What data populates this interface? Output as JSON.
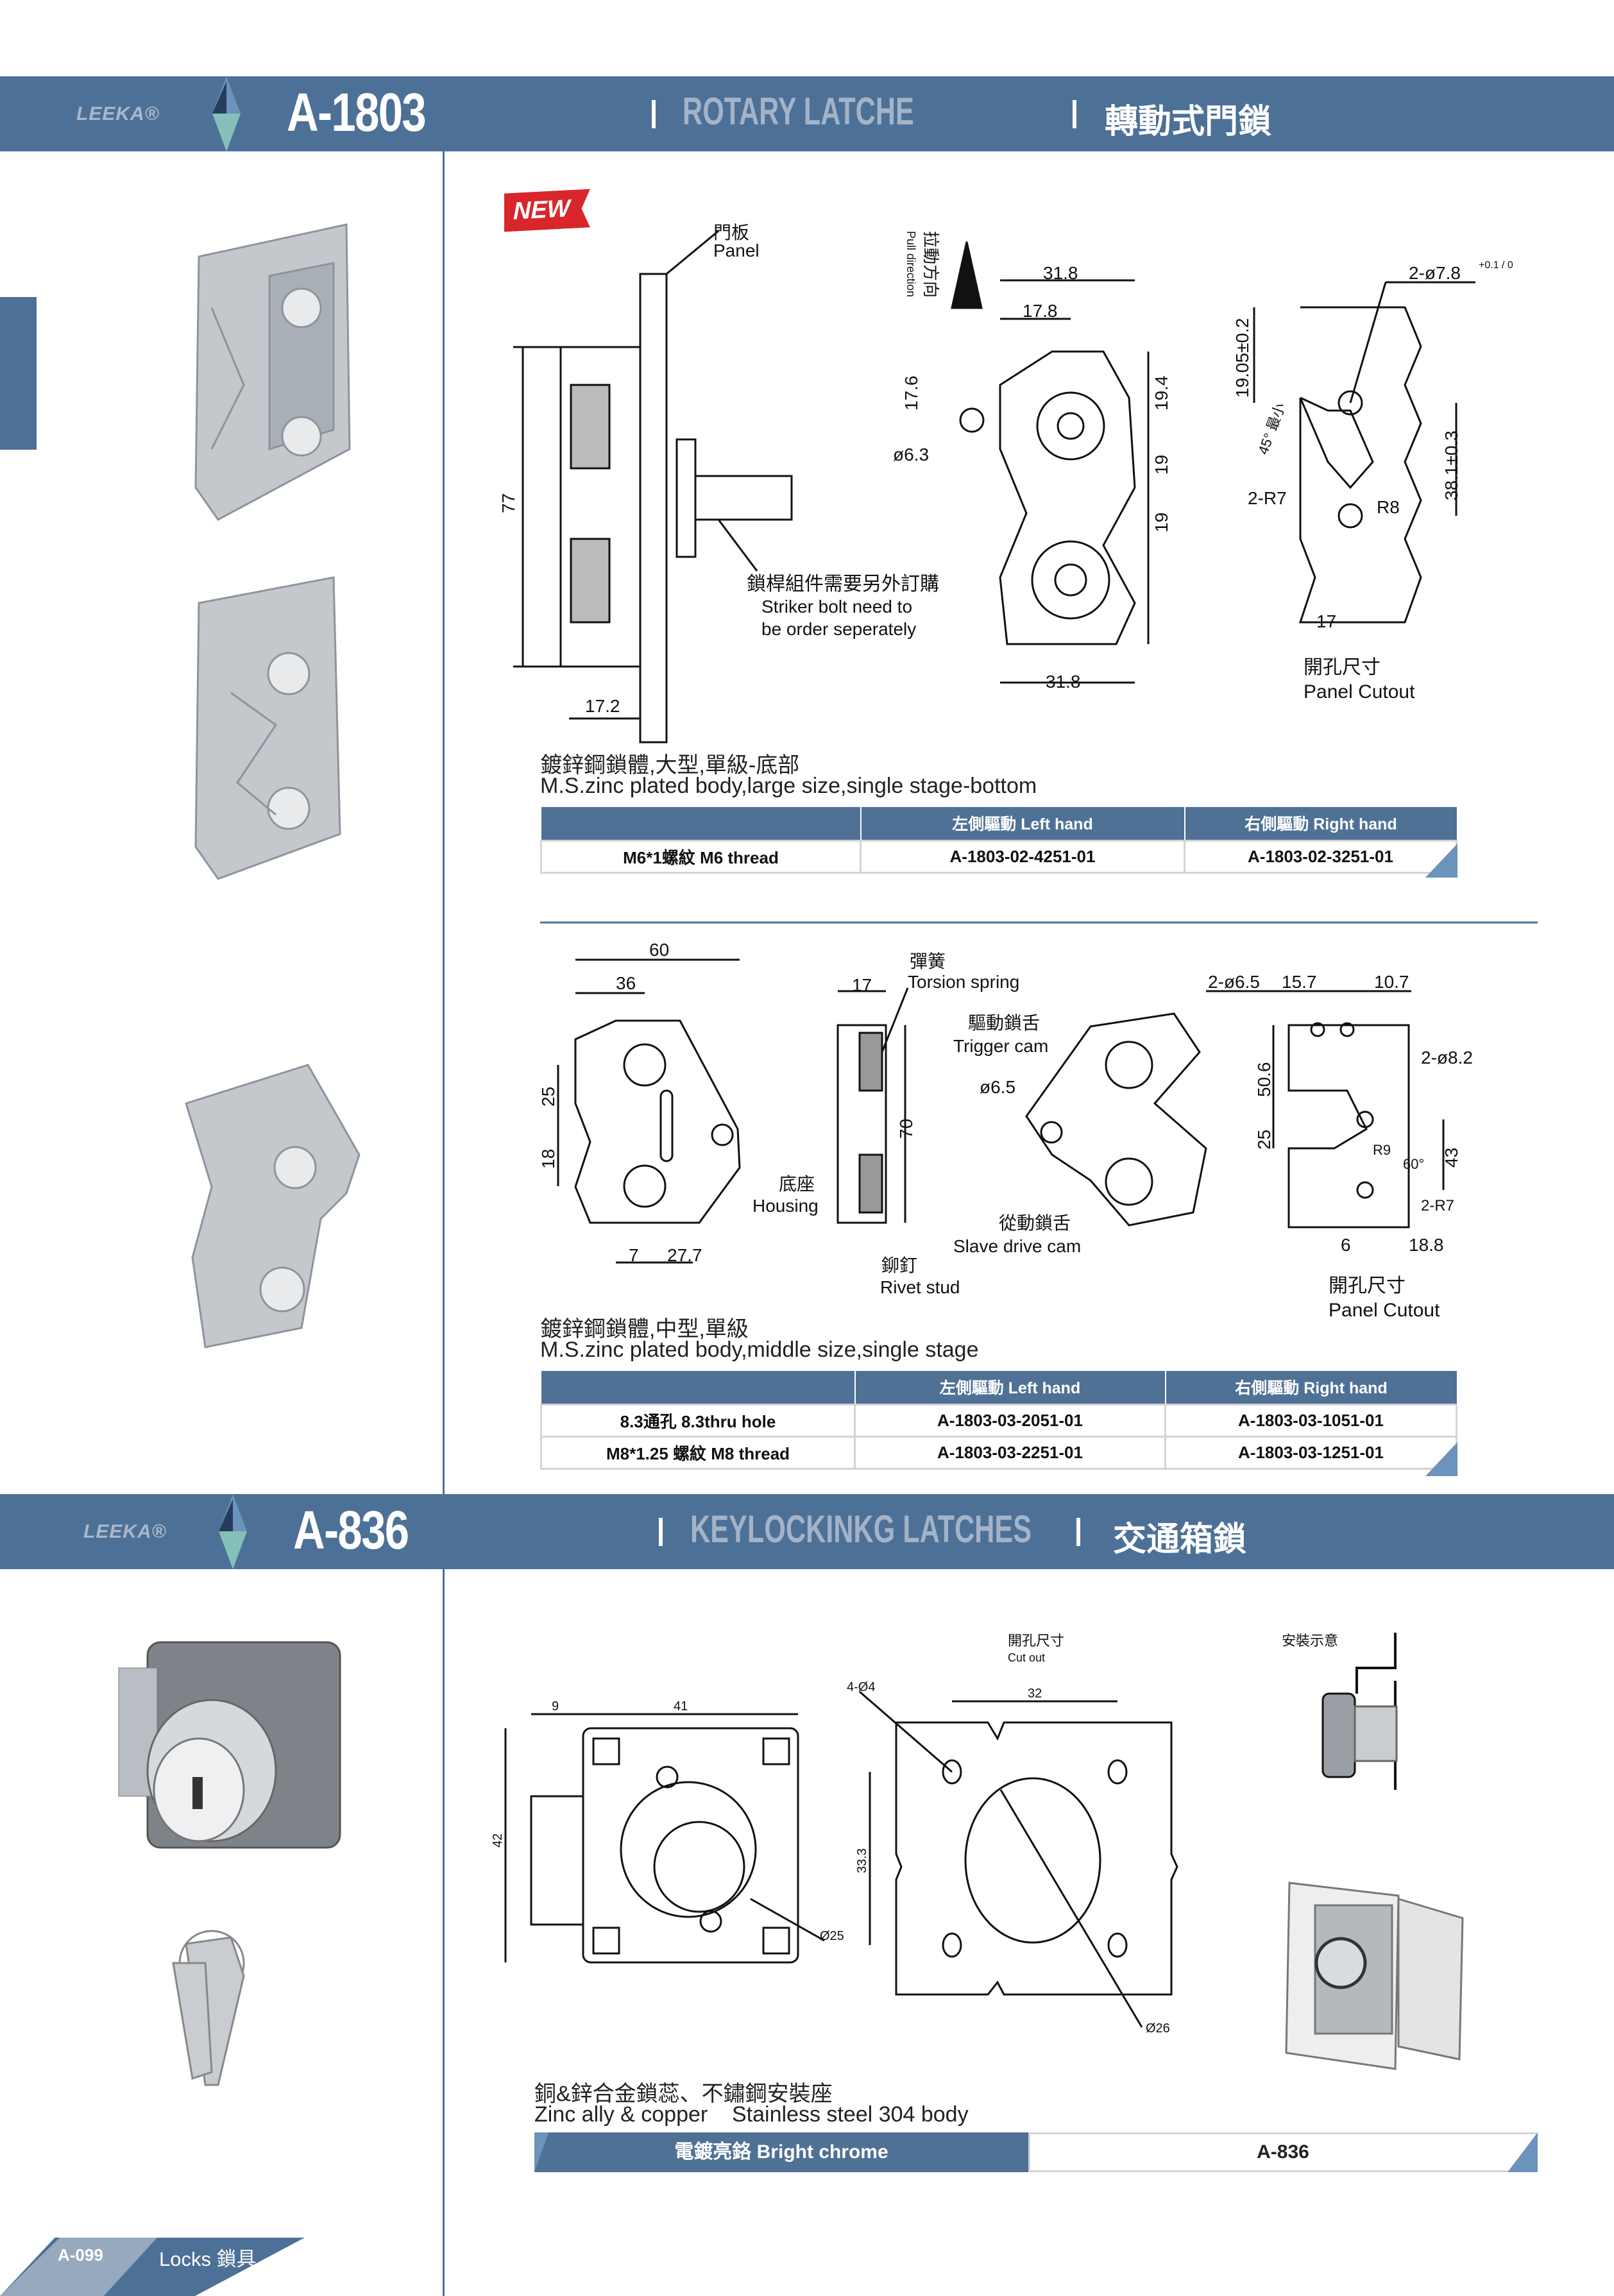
{
  "section1": {
    "brand": "LEEKA®",
    "model": "A-1803",
    "title_en": "ROTARY LATCHE",
    "title_zh": "轉動式門鎖",
    "badge": "NEW",
    "drawing1": {
      "panel_zh": "門板",
      "panel_en": "Panel",
      "dim_77": "77",
      "dim_17_2": "17.2",
      "striker_zh": "鎖桿組件需要另外訂購",
      "striker_en1": "Striker bolt need to",
      "striker_en2": "be order seperately",
      "pull_zh": "拉動方向",
      "pull_en": "Pull direction",
      "dim_31_8_top": "31.8",
      "dim_17_8": "17.8",
      "dim_17_6": "17.6",
      "dim_phi6_3": "ø6.3",
      "dim_19_4": "19.4",
      "dim_19_a": "19",
      "dim_19_b": "19",
      "dim_31_8_bottom": "31.8",
      "cut_holes": "2-ø7.8",
      "cut_tol": "+0.1 / 0",
      "cut_19_05": "19.05±0.2",
      "cut_38_1": "38.1±0.3",
      "cut_45": "45° 最小",
      "cut_r7": "2-R7",
      "cut_r8": "R8",
      "cut_17": "17",
      "cutout_zh": "開孔尺寸",
      "cutout_en": "Panel Cutout"
    },
    "caption1_zh": "鍍鋅鋼鎖體,大型,單級-底部",
    "caption1_en": "M.S.zinc plated body,large size,single stage-bottom",
    "table1": {
      "headers": [
        "",
        "左側驅動 Left hand",
        "右側驅動 Right hand"
      ],
      "rows": [
        [
          "M6*1螺紋 M6 thread",
          "A-1803-02-4251-01",
          "A-1803-02-3251-01"
        ]
      ]
    },
    "drawing2": {
      "dim_60": "60",
      "dim_36": "36",
      "dim_25": "25",
      "dim_18": "18",
      "dim_7": "7",
      "dim_27_7": "27.7",
      "dim_17": "17",
      "spring_zh": "彈簧",
      "spring_en": "Torsion spring",
      "dim_70": "70",
      "housing_zh": "底座",
      "housing_en": "Housing",
      "rivet_zh": "鉚釘",
      "rivet_en": "Rivet stud",
      "trigger_zh": "驅動鎖舌",
      "trigger_en": "Trigger cam",
      "dim_phi6_5": "ø6.5",
      "slave_zh": "從動鎖舌",
      "slave_en": "Slave drive cam",
      "cut_holes": "2-ø6.5",
      "cut_15_7": "15.7",
      "cut_10_7": "10.7",
      "cut_phi8_2": "2-ø8.2",
      "cut_50_6": "50.6",
      "cut_25": "25",
      "cut_r9": "R9",
      "cut_60": "60°",
      "cut_43": "43",
      "cut_r7": "2-R7",
      "cut_6": "6",
      "cut_18_8": "18.8",
      "cutout_zh": "開孔尺寸",
      "cutout_en": "Panel Cutout"
    },
    "caption2_zh": "鍍鋅鋼鎖體,中型,單級",
    "caption2_en": "M.S.zinc plated body,middle size,single stage",
    "table2": {
      "headers": [
        "",
        "左側驅動 Left hand",
        "右側驅動 Right hand"
      ],
      "rows": [
        [
          "8.3通孔 8.3thru hole",
          "A-1803-03-2051-01",
          "A-1803-03-1051-01"
        ],
        [
          "M8*1.25 螺紋 M8 thread",
          "A-1803-03-2251-01",
          "A-1803-03-1251-01"
        ]
      ]
    }
  },
  "section2": {
    "brand": "LEEKA®",
    "model": "A-836",
    "title_en": "KEYLOCKINKG LATCHES",
    "title_zh": "交通箱鎖",
    "drawing3": {
      "dim_9": "9",
      "dim_41": "41",
      "dim_42": "42",
      "dim_phi25": "Ø25",
      "cutout_zh": "開孔尺寸",
      "cutout_en": "Cut out",
      "holes": "4-Ø4",
      "dim_32": "32",
      "dim_33_3": "33.3",
      "dim_phi26": "Ø26",
      "install_zh": "安裝示意"
    },
    "caption3_zh": "銅&鋅合金鎖蕊、不鏽鋼安裝座",
    "caption3_en": "Zinc ally & copper    Stainless steel 304 body",
    "table3": {
      "finish": "電鍍亮鉻 Bright chrome",
      "part": "A-836"
    }
  },
  "footer": {
    "page": "A-099",
    "category": "Locks 鎖具"
  },
  "colors": {
    "band": "#4d7096",
    "accent": "#6b93bb",
    "dark": "#263c5c",
    "teal": "#84c0b8"
  }
}
